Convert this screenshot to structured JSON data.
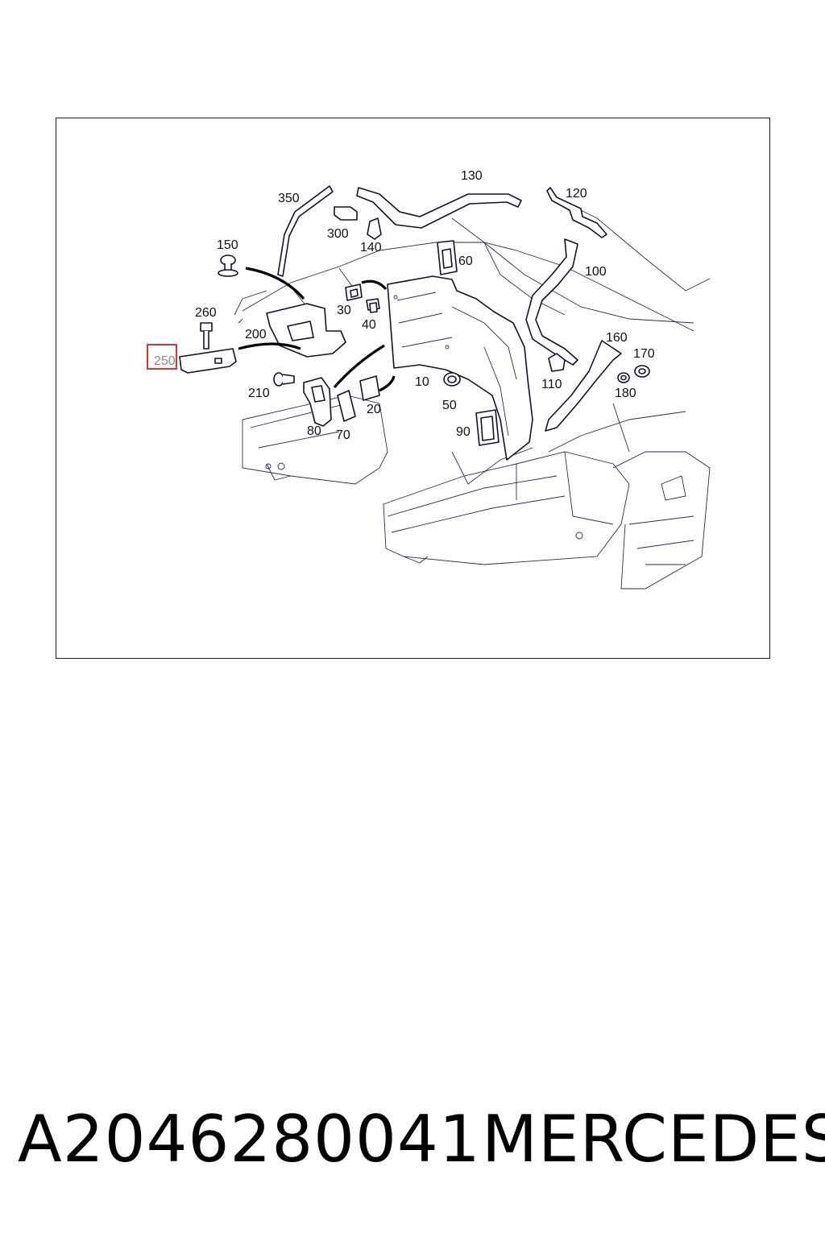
{
  "diagram": {
    "callouts": [
      {
        "id": "350",
        "label": "350"
      },
      {
        "id": "130",
        "label": "130"
      },
      {
        "id": "120",
        "label": "120"
      },
      {
        "id": "300",
        "label": "300"
      },
      {
        "id": "140",
        "label": "140"
      },
      {
        "id": "150",
        "label": "150"
      },
      {
        "id": "60",
        "label": "60"
      },
      {
        "id": "100",
        "label": "100"
      },
      {
        "id": "260",
        "label": "260"
      },
      {
        "id": "30",
        "label": "30"
      },
      {
        "id": "40",
        "label": "40"
      },
      {
        "id": "200",
        "label": "200"
      },
      {
        "id": "250",
        "label": "250"
      },
      {
        "id": "160",
        "label": "160"
      },
      {
        "id": "170",
        "label": "170"
      },
      {
        "id": "10",
        "label": "10"
      },
      {
        "id": "110",
        "label": "110"
      },
      {
        "id": "180",
        "label": "180"
      },
      {
        "id": "210",
        "label": "210"
      },
      {
        "id": "50",
        "label": "50"
      },
      {
        "id": "20",
        "label": "20"
      },
      {
        "id": "80",
        "label": "80"
      },
      {
        "id": "70",
        "label": "70"
      },
      {
        "id": "90",
        "label": "90"
      }
    ],
    "highlighted_callout": "250",
    "highlight_color": "#e03030",
    "highlight_text_color": "#888888",
    "line_color": "#1c1c4a"
  },
  "footer": {
    "part_number": "A2046280041",
    "brand": "MERCEDES"
  }
}
